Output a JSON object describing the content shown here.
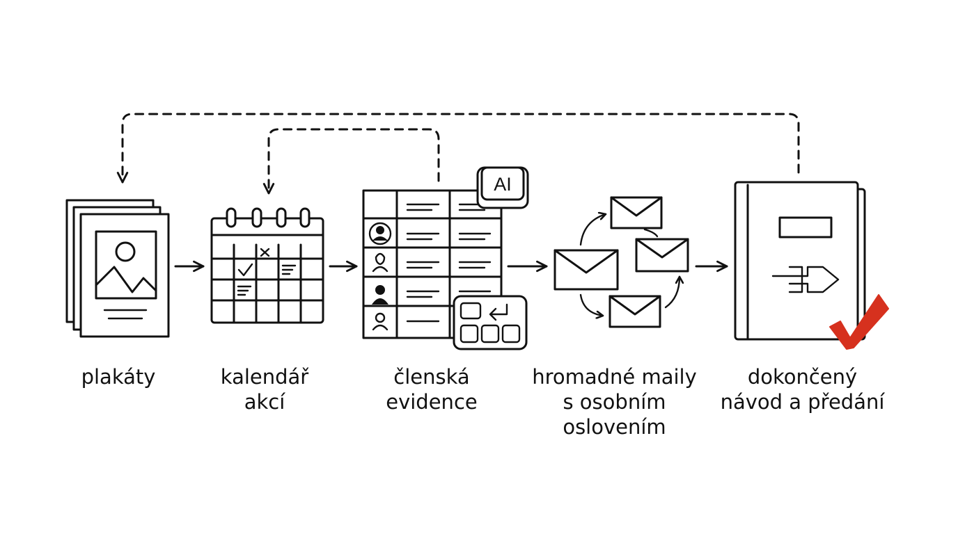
{
  "steps": [
    {
      "id": "posters",
      "label": "plakáty",
      "icon": "posters-icon"
    },
    {
      "id": "calendar",
      "label": "kalendář\nakcí",
      "icon": "calendar-icon"
    },
    {
      "id": "members",
      "label": "členská\nevidence",
      "icon": "member-table-icon"
    },
    {
      "id": "mails",
      "label": "hromadné maily\ns osobním\noslovením",
      "icon": "envelopes-cycle-icon"
    },
    {
      "id": "guide",
      "label": "dokončený\nnávod a předání",
      "icon": "handbook-icon"
    }
  ],
  "ai_badge": "AI",
  "colors": {
    "ink": "#111111",
    "check": "#d6311e",
    "background": "#ffffff"
  }
}
